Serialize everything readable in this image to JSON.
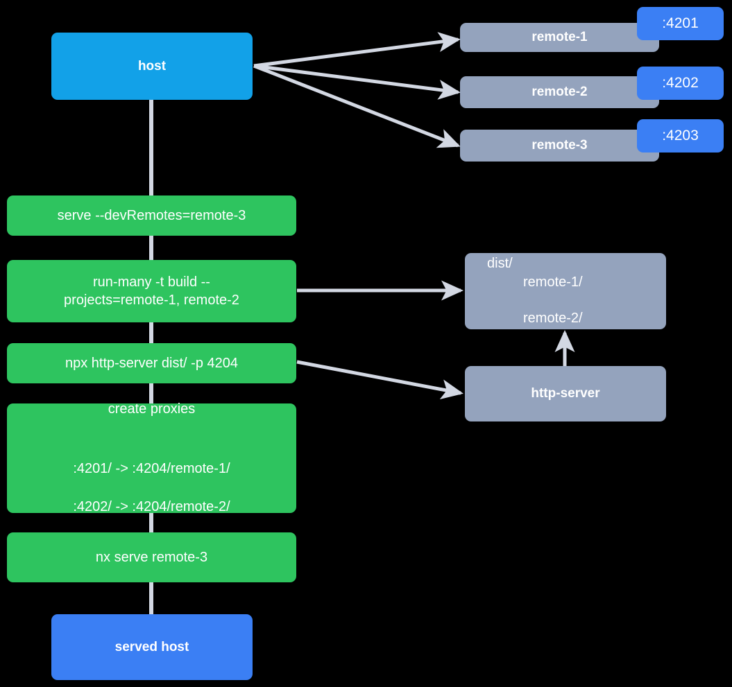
{
  "diagram": {
    "title": "Nx Module Federation dev-serve flow",
    "background": "#000000",
    "colors": {
      "host": "#12a1e8",
      "served_host": "#3b7ff4",
      "command": "#2ec45f",
      "remote": "#94a3bd",
      "port_badge": "#3b7ff4",
      "edge": "#d3d8e3",
      "text": "#ffffff"
    }
  },
  "nodes": {
    "host": {
      "label": "host"
    },
    "remote_1": {
      "label": "remote-1",
      "port": ":4201"
    },
    "remote_2": {
      "label": "remote-2",
      "port": ":4202"
    },
    "remote_3": {
      "label": "remote-3",
      "port": ":4203"
    },
    "cmd_serve": {
      "label": "serve --devRemotes=remote-3"
    },
    "cmd_run_many": {
      "label": "run-many -t build --\nprojects=remote-1, remote-2"
    },
    "cmd_http_server": {
      "label": "npx http-server dist/ -p 4204"
    },
    "cmd_create_proxies": {
      "title": "create proxies",
      "line_1": ":4201/ -> :4204/remote-1/",
      "line_2": ":4202/ -> :4204/remote-2/"
    },
    "cmd_nx_serve": {
      "label": "nx serve remote-3"
    },
    "dist": {
      "root": "dist/",
      "child_1": "remote-1/",
      "child_2": "remote-2/"
    },
    "http_server": {
      "label": "http-server"
    },
    "served_host": {
      "label": "served host"
    }
  },
  "edges": [
    {
      "from": "host",
      "to": "remote_1",
      "kind": "arrow"
    },
    {
      "from": "host",
      "to": "remote_2",
      "kind": "arrow"
    },
    {
      "from": "host",
      "to": "remote_3",
      "kind": "arrow"
    },
    {
      "from": "host",
      "to": "cmd_serve",
      "kind": "line"
    },
    {
      "from": "cmd_serve",
      "to": "cmd_run_many",
      "kind": "line"
    },
    {
      "from": "cmd_run_many",
      "to": "cmd_http_server",
      "kind": "line"
    },
    {
      "from": "cmd_http_server",
      "to": "cmd_create_proxies",
      "kind": "line"
    },
    {
      "from": "cmd_create_proxies",
      "to": "cmd_nx_serve",
      "kind": "line"
    },
    {
      "from": "cmd_nx_serve",
      "to": "served_host",
      "kind": "line"
    },
    {
      "from": "cmd_run_many",
      "to": "dist",
      "kind": "arrow"
    },
    {
      "from": "cmd_http_server",
      "to": "http_server",
      "kind": "arrow"
    },
    {
      "from": "http_server",
      "to": "dist",
      "kind": "arrow"
    }
  ]
}
